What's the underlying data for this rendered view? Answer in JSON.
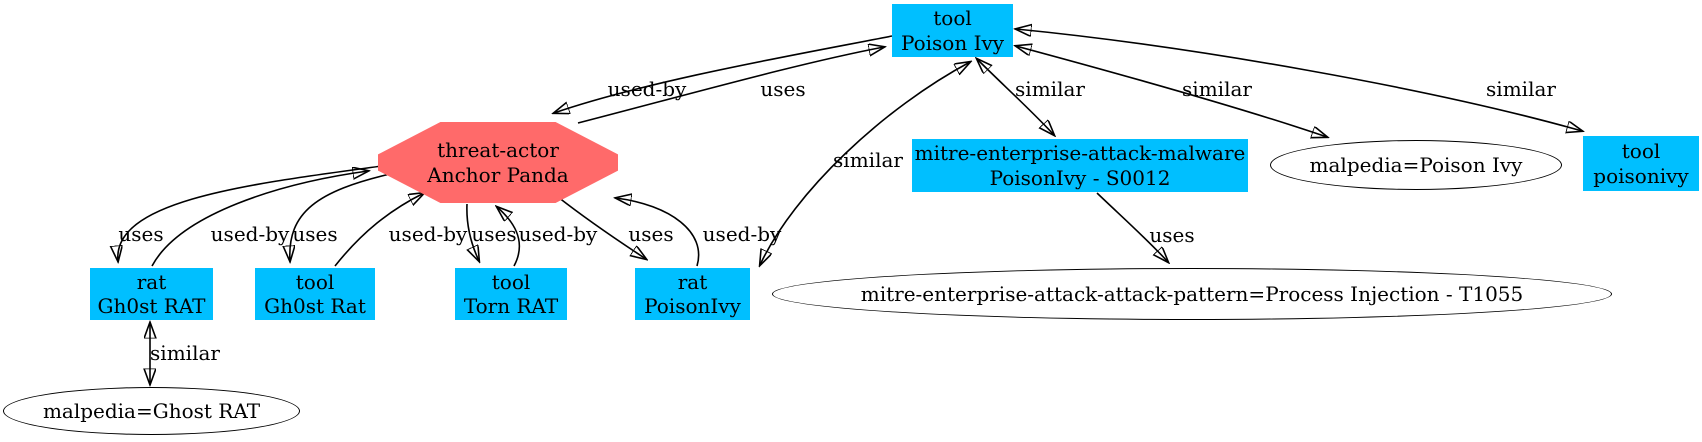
{
  "colors": {
    "node_fill": "#00bfff",
    "threat_actor_fill": "#ff6a6a",
    "ellipse_fill": "#ffffff",
    "edge_color": "#000000",
    "background": "#ffffff"
  },
  "nodes": {
    "tool_poison_ivy": {
      "type": "tool",
      "name": "Poison Ivy"
    },
    "threat_actor_anchor_panda": {
      "type": "threat-actor",
      "name": "Anchor Panda"
    },
    "rat_gh0st_rat": {
      "type": "rat",
      "name": "Gh0st RAT"
    },
    "tool_gh0st_rat": {
      "type": "tool",
      "name": "Gh0st Rat"
    },
    "tool_torn_rat": {
      "type": "tool",
      "name": "Torn RAT"
    },
    "rat_poisonivy": {
      "type": "rat",
      "name": "PoisonIvy"
    },
    "mitre_malware_poisonivy": {
      "type": "mitre-enterprise-attack-malware",
      "name": "PoisonIvy - S0012"
    },
    "malpedia_poison_ivy": {
      "name": "malpedia=Poison Ivy"
    },
    "tool_poisonivy": {
      "type": "tool",
      "name": "poisonivy"
    },
    "attack_pattern_process_injection": {
      "name": "mitre-enterprise-attack-attack-pattern=Process Injection - T1055"
    },
    "malpedia_ghost_rat": {
      "name": "malpedia=Ghost RAT"
    }
  },
  "edges": {
    "poison_ivy_used_by_anchor_panda": {
      "label": "used-by"
    },
    "anchor_panda_uses_poison_ivy": {
      "label": "uses"
    },
    "anchor_panda_uses_gh0st_rat": {
      "label": "uses"
    },
    "gh0st_rat_used_by_anchor_panda": {
      "label": "used-by"
    },
    "anchor_panda_uses_gh0st_rat_tool": {
      "label": "uses"
    },
    "gh0st_rat_tool_used_by_anchor_panda": {
      "label": "used-by"
    },
    "anchor_panda_uses_torn_rat": {
      "label": "uses"
    },
    "torn_rat_used_by_anchor_panda": {
      "label": "used-by"
    },
    "anchor_panda_uses_poisonivy_rat": {
      "label": "uses"
    },
    "poisonivy_rat_used_by_anchor_panda": {
      "label": "used-by"
    },
    "poisonivy_rat_similar_poison_ivy": {
      "label": "similar"
    },
    "poison_ivy_similar_mitre_malware": {
      "label": "similar"
    },
    "poison_ivy_similar_malpedia_poison_ivy": {
      "label": "similar"
    },
    "poison_ivy_similar_tool_poisonivy": {
      "label": "similar"
    },
    "mitre_malware_uses_attack_pattern": {
      "label": "uses"
    },
    "gh0st_rat_similar_malpedia_ghost_rat": {
      "label": "similar"
    }
  }
}
